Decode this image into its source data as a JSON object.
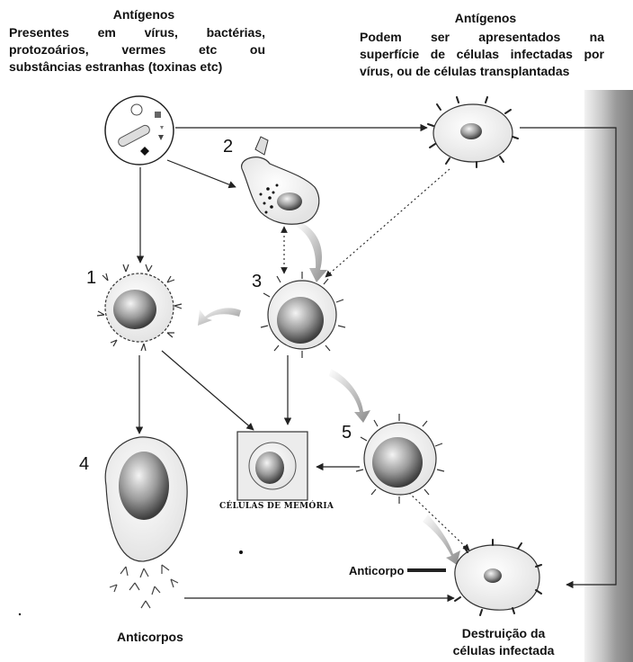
{
  "antigen_left": {
    "title": "Antígenos",
    "lines": [
      "Presentes em vírus, bactérias,",
      "protozoários, vermes etc ou",
      "substâncias estranhas (toxinas etc)"
    ]
  },
  "antigen_right": {
    "title": "Antígenos",
    "lines": [
      "Podem ser apresentados na",
      "superfície de células infectadas por",
      "vírus, ou de células transplantadas"
    ]
  },
  "numbers": [
    "1",
    "2",
    "3",
    "4",
    "5"
  ],
  "memory_label": "CÉLULAS DE MEMÓRIA",
  "antibody_label": "Anticorpo",
  "antibodies_label": "Anticorpos",
  "destruction": [
    "Destruição da",
    "células infectada"
  ]
}
